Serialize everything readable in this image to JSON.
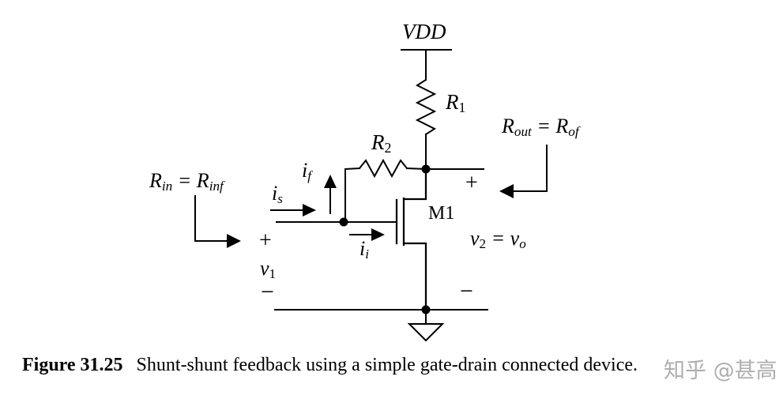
{
  "page": {
    "background_color": "#ffffff",
    "ink_color": "#000000",
    "watermark_color": "#9b9b9b"
  },
  "circuit": {
    "power_label": "VDD",
    "resistors": {
      "r1": {
        "base": "R",
        "sub": "1"
      },
      "r2": {
        "base": "R",
        "sub": "2"
      }
    },
    "transistor_label": "M1",
    "annotations": {
      "input_resistance": {
        "p1": "R",
        "s1": "in",
        "p2": " = R",
        "s2": "inf"
      },
      "output_resistance": {
        "p1": "R",
        "s1": "out",
        "p2": " = R",
        "s2": "of"
      },
      "source_current": {
        "base": "i",
        "sub": "s"
      },
      "feedback_current": {
        "base": "i",
        "sub": "f"
      },
      "input_current": {
        "base": "i",
        "sub": "i"
      },
      "input_voltage": {
        "base": "v",
        "sub": "1"
      },
      "output_voltage": {
        "p1": "v",
        "s1": "2",
        "p2": " = v",
        "s2": "o"
      },
      "input_plus": "+",
      "input_minus": "−",
      "output_plus": "+",
      "output_minus": "−"
    }
  },
  "caption": {
    "figure_number": "Figure 31.25",
    "text": "Shunt-shunt feedback using a simple gate-drain connected device."
  },
  "watermark": "知乎 @甚高"
}
